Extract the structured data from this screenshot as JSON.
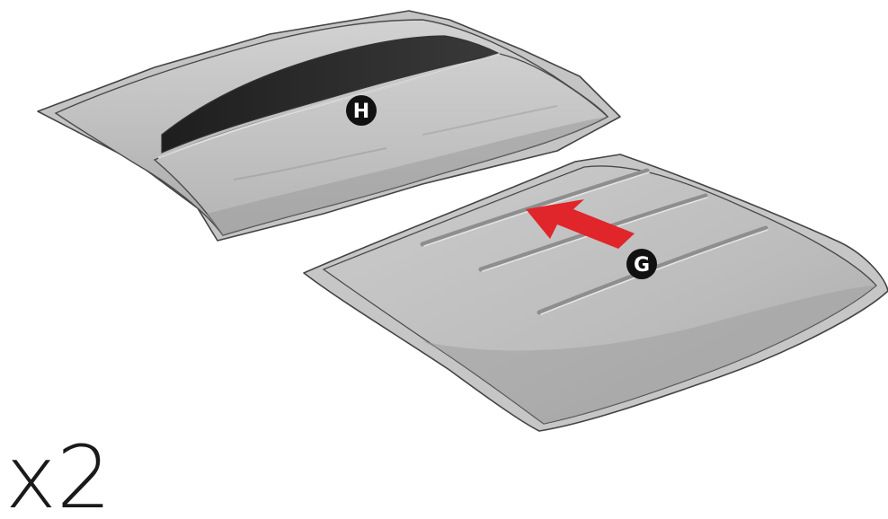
{
  "callouts": {
    "cover": "H",
    "insert": "G"
  },
  "quantity": "x2",
  "arrow_direction": "insert-into-cover",
  "colors": {
    "pillow_fill": "#bcbcbc",
    "pillow_shade": "#9a9a9a",
    "cover_opening": "#262626",
    "arrow": "#e0262b",
    "callout_badge": "#111111"
  }
}
